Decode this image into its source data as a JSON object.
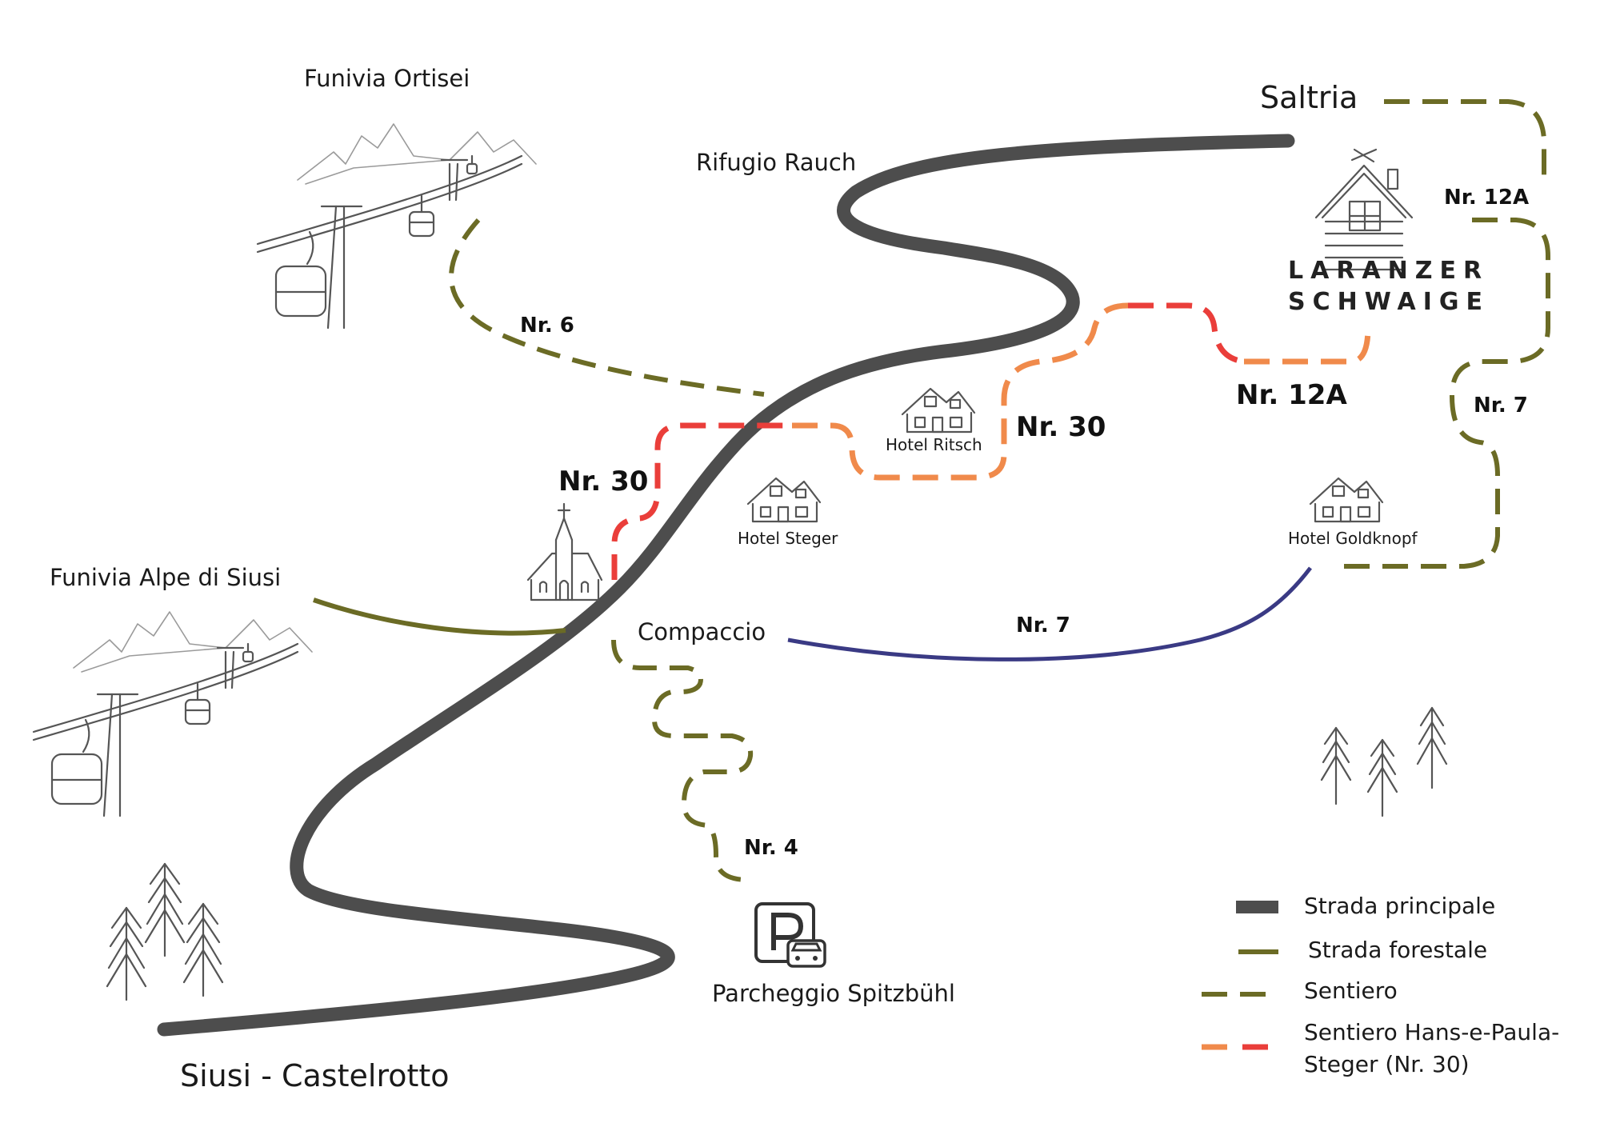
{
  "colors": {
    "main_road": "#4d4d4d",
    "forest_road": "#6b6b25",
    "trail": "#6b6b25",
    "trail_30_orange": "#f08a4b",
    "trail_30_red": "#ea3e3a",
    "route_7_forest": "#3a3a84",
    "text": "#1a1a1a"
  },
  "places": {
    "funivia_ortisei": "Funivia Ortisei",
    "rifugio_rauch": "Rifugio Rauch",
    "saltria": "Saltria",
    "funivia_alpe_di_siusi": "Funivia Alpe di Siusi",
    "compaccio": "Compaccio",
    "parcheggio": "Parcheggio Spitzbühl",
    "siusi_castelrotto": "Siusi - Castelrotto",
    "hotel_ritsch": "Hotel Ritsch",
    "hotel_steger": "Hotel Steger",
    "hotel_goldknopf": "Hotel Goldknopf"
  },
  "brand": {
    "line1": "LARANZER",
    "line2": "SCHWAIGE"
  },
  "routes": {
    "nr6": "Nr. 6",
    "nr30_left": "Nr. 30",
    "nr30_right": "Nr. 30",
    "nr12a_big": "Nr. 12A",
    "nr12a_small": "Nr. 12A",
    "nr7_trail": "Nr. 7",
    "nr7_road": "Nr. 7",
    "nr4": "Nr. 4"
  },
  "legend": {
    "items": [
      {
        "label": "Strada principale",
        "style": "main_road"
      },
      {
        "label": "Strada forestale",
        "style": "forest_road"
      },
      {
        "label": "Sentiero",
        "style": "trail"
      },
      {
        "label": "Sentiero Hans-e-Paula-",
        "label2": "Steger (Nr. 30)",
        "style": "trail_30"
      }
    ]
  },
  "icons": {
    "cable_car": "cable-car-icon",
    "hut": "mountain-hut-icon",
    "hotel": "hotel-icon",
    "church": "church-icon",
    "parking": "parking-icon",
    "trees": "pine-trees-icon"
  }
}
